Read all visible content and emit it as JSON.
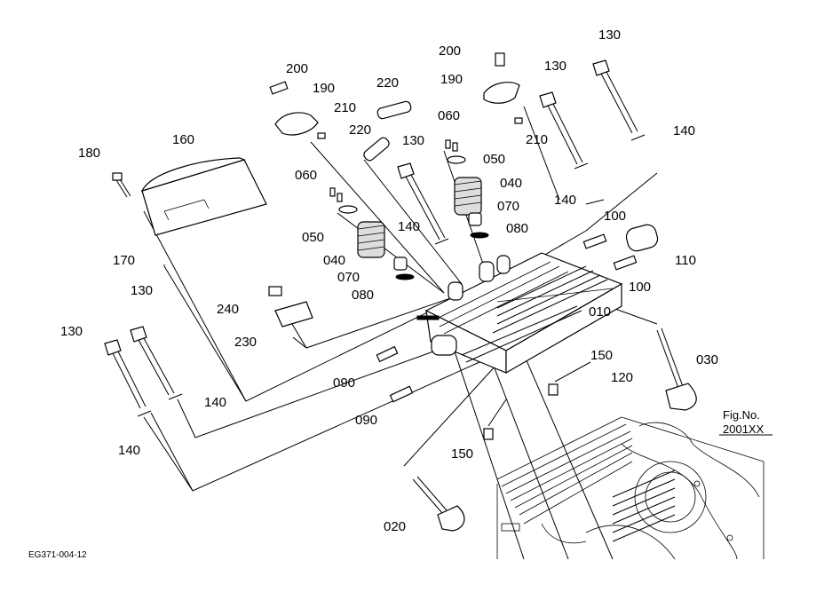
{
  "figure": {
    "fig_no_label": "Fig.No.",
    "fig_no_value": "2001XX",
    "drawing_code": "EG371-004-12"
  },
  "callouts": {
    "c200a": "200",
    "c190a": "190",
    "c210a": "210",
    "c220a": "220",
    "c220b": "220",
    "c200b": "200",
    "c190b": "190",
    "c210b": "210",
    "c130a": "130",
    "c130b": "130",
    "c130c": "130",
    "c130d": "130",
    "c130e": "130",
    "c140a": "140",
    "c140b": "140",
    "c140c": "140",
    "c140d": "140",
    "c140e": "140",
    "c180": "180",
    "c160": "160",
    "c170": "170",
    "c060a": "060",
    "c060b": "060",
    "c050a": "050",
    "c050b": "050",
    "c040a": "040",
    "c040b": "040",
    "c070a": "070",
    "c070b": "070",
    "c080a": "080",
    "c080b": "080",
    "c100a": "100",
    "c100b": "100",
    "c110": "110",
    "c010": "010",
    "c030": "030",
    "c240": "240",
    "c230": "230",
    "c090a": "090",
    "c090b": "090",
    "c150a": "150",
    "c150b": "150",
    "c120": "120",
    "c020": "020"
  }
}
